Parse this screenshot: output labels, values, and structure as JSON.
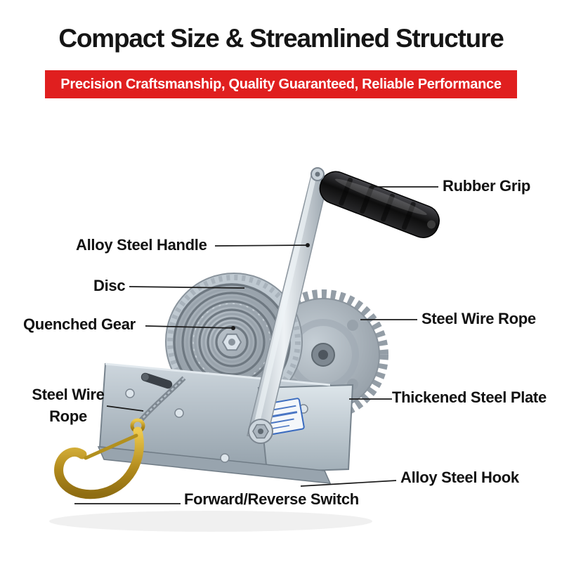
{
  "header": {
    "title": "Compact Size & Streamlined Structure",
    "banner_text": "Precision Craftsmanship, Quality Guaranteed, Reliable Performance"
  },
  "colors": {
    "banner_bg": "#e01f1f",
    "title_color": "#151515",
    "label_color": "#111111",
    "leader_line": "#1a1a1a",
    "metal_light": "#dde5ea",
    "metal_mid": "#aeb9c2",
    "metal_dark": "#77858f",
    "grip_black": "#141414",
    "hook_gold": "#c9a22b"
  },
  "callouts": [
    {
      "id": "rubber-grip",
      "text": "Rubber Grip"
    },
    {
      "id": "alloy-steel-handle",
      "text": "Alloy Steel Handle"
    },
    {
      "id": "disc",
      "text": "Disc"
    },
    {
      "id": "quenched-gear",
      "text": "Quenched Gear"
    },
    {
      "id": "steel-wire-rope-right",
      "text": "Steel Wire Rope"
    },
    {
      "id": "steel-wire-rope-left",
      "text": "Steel Wire Rope"
    },
    {
      "id": "thickened-steel-plate",
      "text": "Thickened Steel Plate"
    },
    {
      "id": "alloy-steel-hook",
      "text": "Alloy Steel Hook"
    },
    {
      "id": "forward-reverse-switch",
      "text": "Forward/Reverse Switch"
    }
  ]
}
